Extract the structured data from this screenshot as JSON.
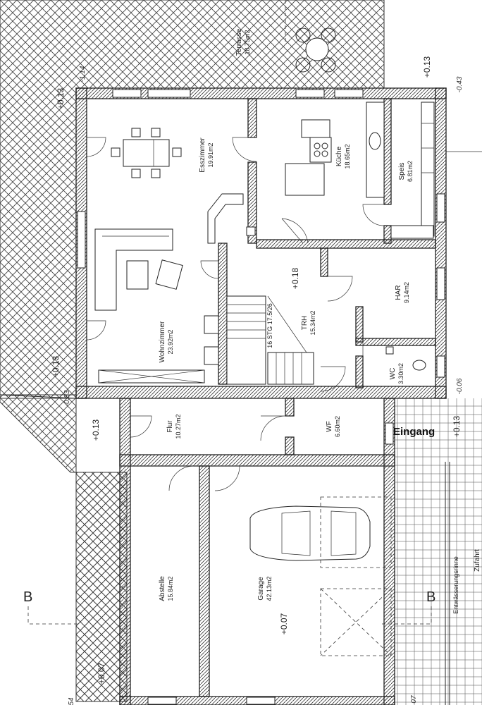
{
  "rooms": {
    "terrasse": {
      "name": "Terrasse",
      "area": "18.75m2"
    },
    "esszimmer": {
      "name": "Esszimmer",
      "area": "19.91m2"
    },
    "kueche": {
      "name": "Küche",
      "area": "18.65m2"
    },
    "speis": {
      "name": "Speis",
      "area": "6.81m2"
    },
    "wohnzimmer": {
      "name": "Wohnzimmer",
      "area": "23.92m2"
    },
    "trh": {
      "name": "TRH",
      "area": "15.34m2"
    },
    "har": {
      "name": "HAR",
      "area": "9.14m2"
    },
    "wc": {
      "name": "WC",
      "area": "3.30m2"
    },
    "flur": {
      "name": "Flur",
      "area": "10.27m2"
    },
    "wf": {
      "name": "WF",
      "area": "6.60m2"
    },
    "abstelle": {
      "name": "Abstelle",
      "area": "15.84m2"
    },
    "garage": {
      "name": "Garage",
      "area": "42.13m2"
    }
  },
  "levels": {
    "l_013_top": "+0.13",
    "l_013_right": "+0.13",
    "l_013_left1": "+0.13",
    "l_013_left2": "+0.13",
    "l_013_entry": "+0.13",
    "l_018": "+0.18",
    "l_007_garage": "+0.07",
    "l_007_bottom": "+0.07"
  },
  "dims": {
    "d_114": "-1.14",
    "d_043": "-0.43",
    "d_083": "-0.83",
    "d_006": "-0.06",
    "d_54": "54",
    "d_07": "07"
  },
  "stair": {
    "label": "16 STG 17.5/26"
  },
  "annotations": {
    "entrance": "Eingang",
    "drain": "Entwässerungsrinne",
    "driveway": "Zufahrt",
    "section_left": "B",
    "section_right": "B"
  },
  "colors": {
    "line": "#222222",
    "background": "#ffffff"
  }
}
